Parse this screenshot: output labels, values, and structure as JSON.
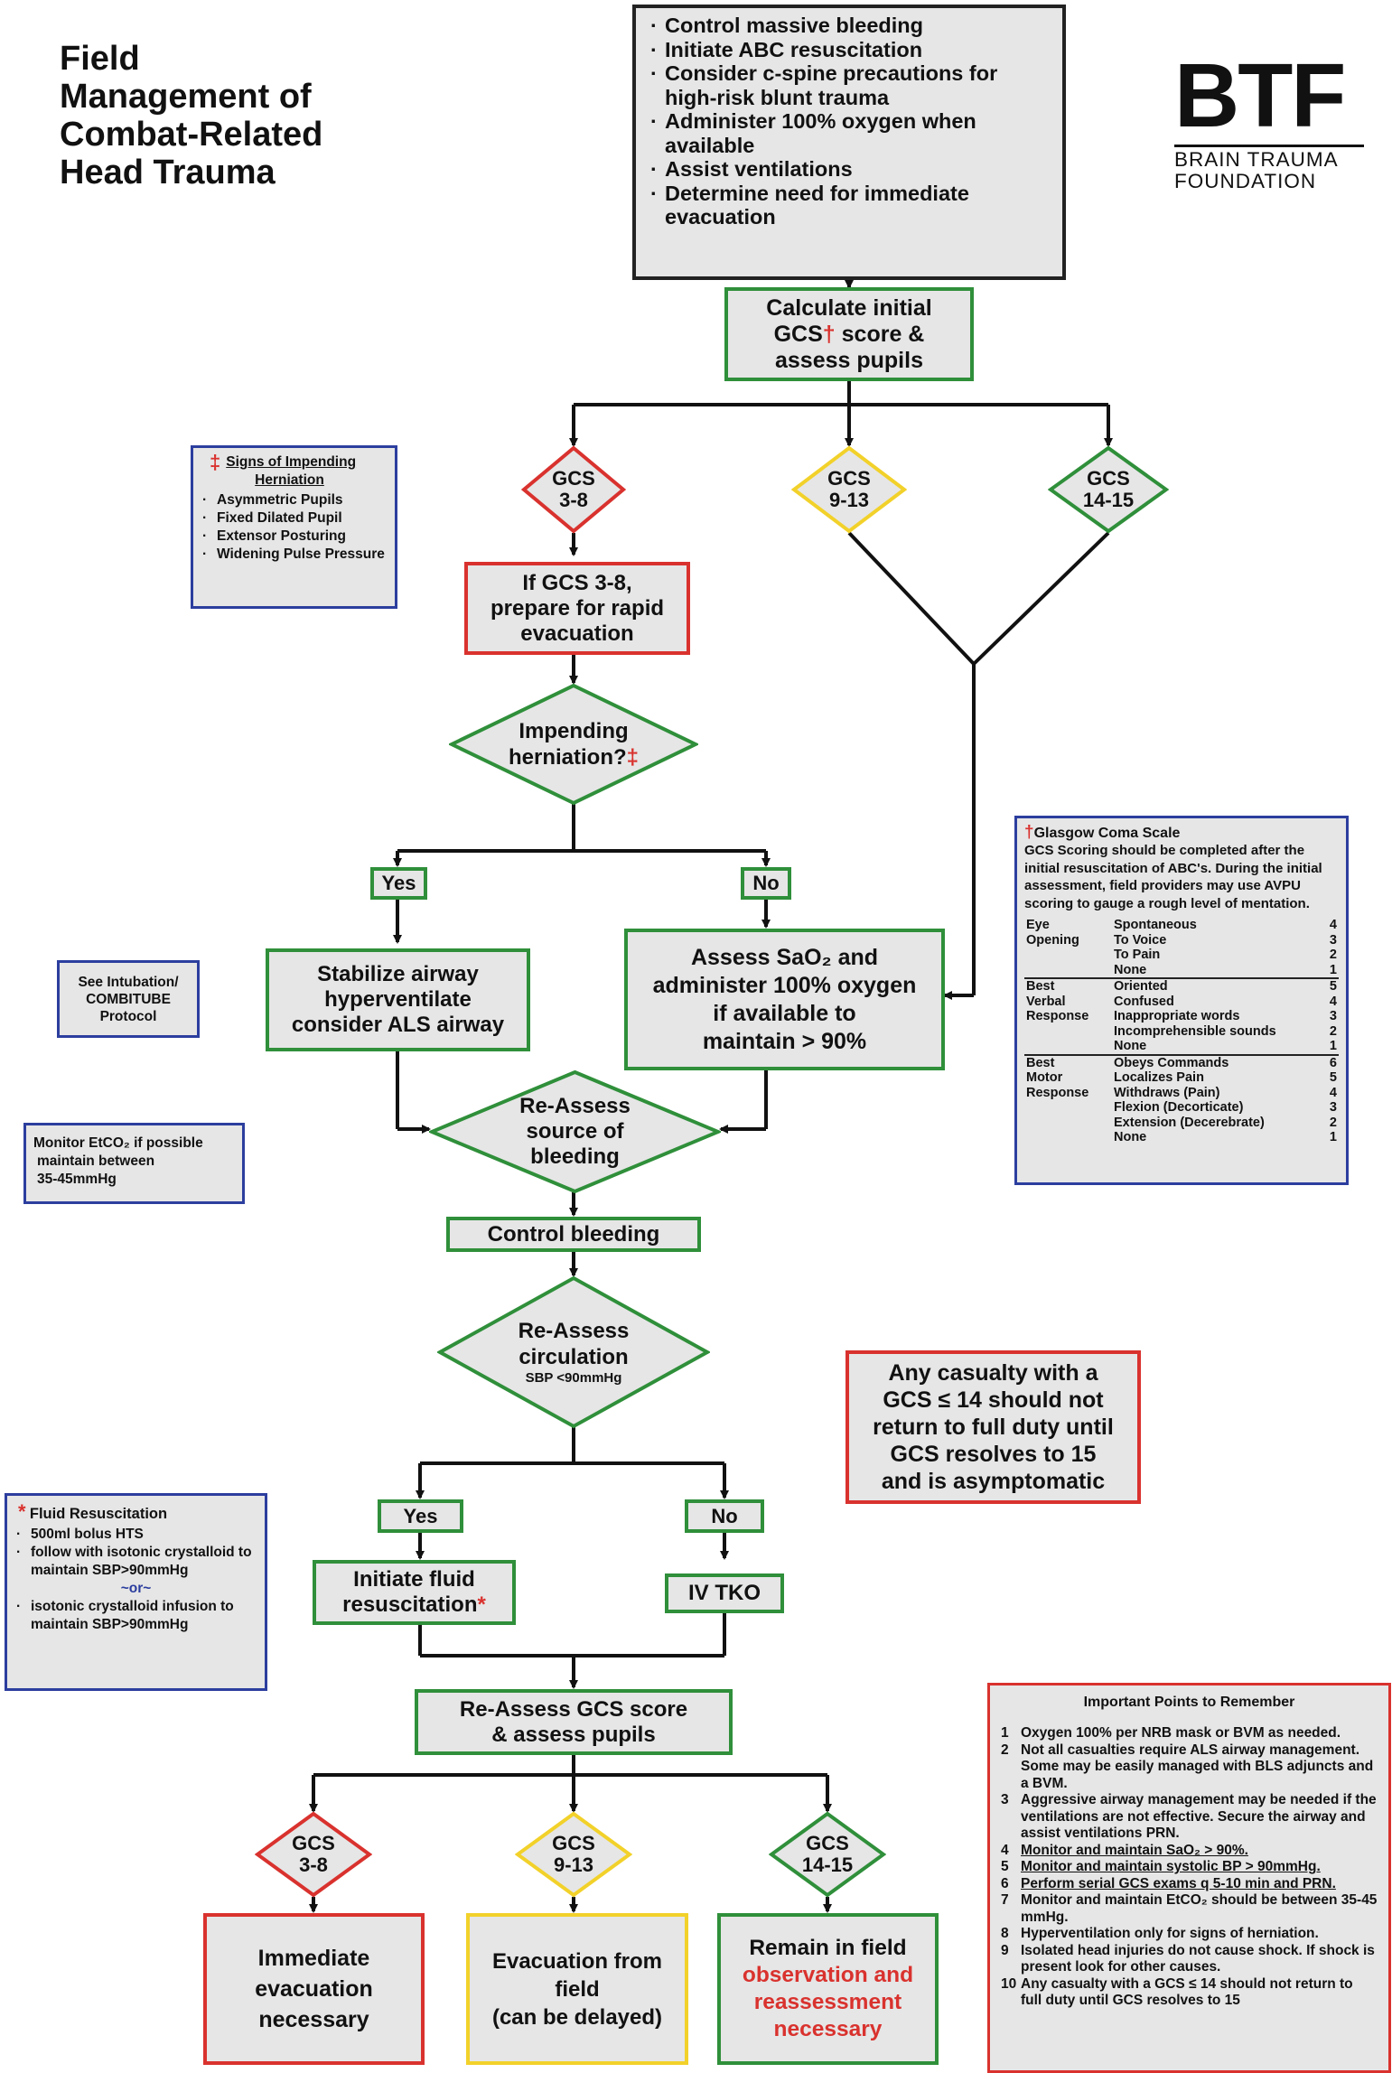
{
  "title": {
    "lines": [
      "Field",
      "Management of",
      "Combat-Related",
      "Head Trauma"
    ]
  },
  "logo": {
    "letters": "BTF",
    "line1": "BRAIN TRAUMA",
    "line2": "FOUNDATION"
  },
  "top_box": {
    "items": [
      "Control massive bleeding",
      "Initiate ABC resuscitation",
      "Consider c-spine precautions for high-risk blunt trauma",
      "Administer 100% oxygen when available",
      "Assist ventilations",
      "Determine need for immediate evacuation"
    ]
  },
  "calc_box": {
    "line1": "Calculate initial",
    "line2a": "GCS",
    "dagger": "†",
    "line2b": " score &",
    "line3": "assess pupils"
  },
  "gcs_top": {
    "d1": {
      "l1": "GCS",
      "l2": "3-8"
    },
    "d2": {
      "l1": "GCS",
      "l2": "9-13"
    },
    "d3": {
      "l1": "GCS",
      "l2": "14-15"
    }
  },
  "herniation_box": {
    "symbol": "‡",
    "title_a": "Signs of Impending",
    "title_b": "Herniation",
    "items": [
      "Asymmetric Pupils",
      "Fixed Dilated Pupil",
      "Extensor Posturing",
      "Widening Pulse Pressure"
    ]
  },
  "rapid_box": {
    "line1": "If GCS 3-8,",
    "line2": "prepare for rapid",
    "line3": "evacuation"
  },
  "impending": {
    "l1": "Impending",
    "l2": "herniation?",
    "symbol": "‡"
  },
  "yes1": "Yes",
  "no1": "No",
  "stabilize": {
    "line1": "Stabilize airway",
    "line2": "hyperventilate",
    "line3": "consider ALS airway"
  },
  "assess_sao2": {
    "line1": "Assess SaO₂ and",
    "line2": "administer 100% oxygen",
    "line3": "if available to",
    "line4": "maintain > 90%"
  },
  "intubation": {
    "line1": "See Intubation/",
    "line2": "COMBITUBE",
    "line3": "Protocol"
  },
  "etco2": {
    "line1": "Monitor EtCO₂ if possible",
    "line2": "maintain between",
    "line3": "35-45mmHg"
  },
  "reassess_bleeding": {
    "l1": "Re-Assess",
    "l2": "source of",
    "l3": "bleeding"
  },
  "control_bleeding": "Control bleeding",
  "reassess_circ": {
    "l1": "Re-Assess",
    "l2": "circulation",
    "l3": "SBP <90mmHg"
  },
  "gcs_panel": {
    "dagger": "†",
    "title": "Glasgow Coma Scale",
    "intro": "GCS Scoring should be completed after the initial resuscitation of ABC's.  During the initial assessment, field providers may use AVPU scoring to gauge a rough level of mentation.",
    "eye": [
      {
        "cat": "Eye",
        "resp": "Spontaneous",
        "n": "4"
      },
      {
        "cat": "Opening",
        "resp": "To Voice",
        "n": "3"
      },
      {
        "cat": "",
        "resp": "To Pain",
        "n": "2"
      },
      {
        "cat": "",
        "resp": "None",
        "n": "1"
      }
    ],
    "verbal": [
      {
        "cat": "Best",
        "resp": "Oriented",
        "n": "5"
      },
      {
        "cat": "Verbal",
        "resp": "Confused",
        "n": "4"
      },
      {
        "cat": "Response",
        "resp": "Inappropriate words",
        "n": "3"
      },
      {
        "cat": "",
        "resp": "Incomprehensible sounds",
        "n": "2"
      },
      {
        "cat": "",
        "resp": "None",
        "n": "1"
      }
    ],
    "motor": [
      {
        "cat": "Best",
        "resp": "Obeys Commands",
        "n": "6"
      },
      {
        "cat": "Motor",
        "resp": "Localizes Pain",
        "n": "5"
      },
      {
        "cat": "Response",
        "resp": "Withdraws (Pain)",
        "n": "4"
      },
      {
        "cat": "",
        "resp": "Flexion   (Decorticate)",
        "n": "3"
      },
      {
        "cat": "",
        "resp": "Extension (Decerebrate)",
        "n": "2"
      },
      {
        "cat": "",
        "resp": "None",
        "n": "1"
      }
    ]
  },
  "casualty_box": {
    "line1": "Any casualty with a",
    "line2": "GCS ≤ 14 should not",
    "line3": "return to full duty until",
    "line4": "GCS resolves to 15",
    "line5": "and is asymptomatic"
  },
  "fluid_panel": {
    "symbol": "*",
    "title": "Fluid Resuscitation",
    "item1": "500ml bolus HTS",
    "item2": "follow with isotonic crystalloid to maintain SBP>90mmHg",
    "or": "~or~",
    "item3": "isotonic crystalloid infusion to maintain SBP>90mmHg"
  },
  "yes2": "Yes",
  "no2": "No",
  "initiate_fluid": {
    "line1": "Initiate fluid",
    "line2": "resuscitation",
    "symbol": "*"
  },
  "iv_tko": "IV TKO",
  "reassess_gcs": {
    "line1": "Re-Assess GCS score",
    "line2": "& assess pupils"
  },
  "gcs_bottom": {
    "d1": {
      "l1": "GCS",
      "l2": "3-8"
    },
    "d2": {
      "l1": "GCS",
      "l2": "9-13"
    },
    "d3": {
      "l1": "GCS",
      "l2": "14-15"
    }
  },
  "outcome1": {
    "line1": "Immediate",
    "line2": "evacuation",
    "line3": "necessary"
  },
  "outcome2": {
    "line1": "Evacuation from",
    "line2": "field",
    "line3": "(can be delayed)"
  },
  "outcome3": {
    "line1": "Remain in field",
    "line2": "observation and",
    "line3": "reassessment",
    "line4": "necessary"
  },
  "points": {
    "title": "Important Points to Remember",
    "items": [
      {
        "n": "1",
        "t": "Oxygen 100% per NRB mask or BVM as needed.",
        "u": false
      },
      {
        "n": "2",
        "t": "Not all casualties require ALS airway management. Some may be easily managed with BLS adjuncts and a BVM.",
        "u": false
      },
      {
        "n": "3",
        "t": "Aggressive airway management may be needed if the ventilations are not effective. Secure the airway and assist ventilations PRN.",
        "u": false
      },
      {
        "n": "4",
        "t": "Monitor and maintain SaO₂ > 90%.",
        "u": true
      },
      {
        "n": "5",
        "t": "Monitor and maintain systolic BP > 90mmHg.",
        "u": true
      },
      {
        "n": "6",
        "t": "Perform serial GCS exams q 5-10 min and PRN.",
        "u": true
      },
      {
        "n": "7",
        "t": "Monitor and maintain EtCO₂ should be between 35-45 mmHg.",
        "u": false
      },
      {
        "n": "8",
        "t": "Hyperventilation only for signs of herniation.",
        "u": false
      },
      {
        "n": "9",
        "t": "Isolated head injuries do not cause shock.  If shock is present look for other causes.",
        "u": false
      },
      {
        "n": "10",
        "t": "Any casualty with a GCS ≤ 14 should not return to full duty until GCS resolves to 15",
        "u": false
      }
    ]
  },
  "colors": {
    "green": "#2f8f3a",
    "red": "#d9322e",
    "yellow": "#f2d12a",
    "blue": "#2c3e9e",
    "box_fill": "#e6e6e6"
  }
}
